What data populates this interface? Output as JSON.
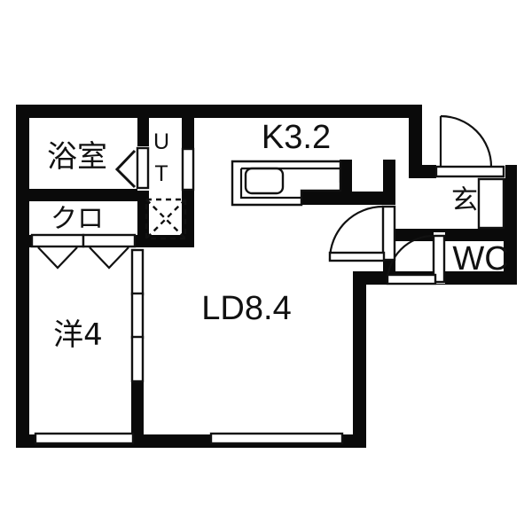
{
  "document": {
    "type": "floor-plan",
    "layout_name": "1LDK",
    "background_color": "#ffffff",
    "line_color": "#111111",
    "wall_color": "#0a0a0a"
  },
  "rooms": [
    {
      "key": "bath",
      "label": "浴室",
      "name_en": "bathroom"
    },
    {
      "key": "closet",
      "label": "クロ",
      "name_en": "closet"
    },
    {
      "key": "washroom",
      "label": "UT",
      "name_en": "utility"
    },
    {
      "key": "bedroom",
      "label": "洋4",
      "name_en": "western-room",
      "size": "4"
    },
    {
      "key": "kitchen",
      "label": "K3.2",
      "name_en": "kitchen",
      "size": "3.2"
    },
    {
      "key": "living",
      "label": "LD8.4",
      "name_en": "living-dining",
      "size": "8.4"
    },
    {
      "key": "entry",
      "label": "玄",
      "name_en": "entrance"
    },
    {
      "key": "toilet",
      "label": "WC",
      "name_en": "water-closet"
    }
  ],
  "labels": {
    "bath": "浴室",
    "closet": "クロ",
    "ut_top": "U",
    "ut_bottom": "T",
    "bedroom": "洋4",
    "kitchen": "K3.2",
    "living": "LD8.4",
    "entry": "玄",
    "toilet": "WC"
  },
  "fixtures": [
    {
      "key": "washer-space",
      "name": "washing-machine-space",
      "marker": "dashed-square-with-x"
    },
    {
      "key": "kitchen-counter",
      "name": "kitchen-counter-with-sink"
    },
    {
      "key": "shoe-cabinet",
      "name": "shoe-cabinet"
    },
    {
      "key": "closet-doors",
      "name": "folding-closet-doors",
      "count": 2
    }
  ],
  "openings": [
    {
      "key": "entry-door",
      "name": "entrance-door",
      "type": "swing"
    },
    {
      "key": "wc-door",
      "name": "toilet-door",
      "type": "swing"
    },
    {
      "key": "ld-door",
      "name": "living-door",
      "type": "swing"
    },
    {
      "key": "bath-door",
      "name": "bathroom-door",
      "type": "folding"
    },
    {
      "key": "ut-door",
      "name": "utility-door",
      "type": "sliding"
    },
    {
      "key": "bedroom-partition",
      "name": "bedroom-sliding-partition",
      "type": "sliding",
      "panels": 3
    },
    {
      "key": "bedroom-window",
      "name": "bedroom-window",
      "type": "window"
    },
    {
      "key": "living-window",
      "name": "living-window",
      "type": "window"
    }
  ]
}
